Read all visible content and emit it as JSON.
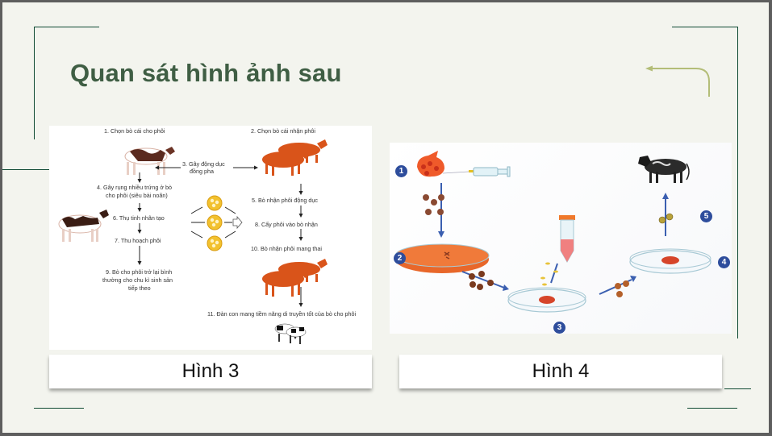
{
  "slide": {
    "title": "Quan sát hình ảnh sau",
    "back_icon": "curved-arrow-left-icon",
    "accent_colors": {
      "title": "#3f5e44",
      "frame_lines": "#0f4a33",
      "arrow": "#b3bd78",
      "background": "#f3f4ee"
    }
  },
  "figure3": {
    "caption": "Hình 3",
    "steps": {
      "s1": "1. Chọn bò cái cho phôi",
      "s2": "2. Chọn bò cái nhận phôi",
      "s3_line1": "3. Gây động dục",
      "s3_line2": "đồng pha",
      "s4_line1": "4. Gây rụng nhiều trứng ở bò",
      "s4_line2": "cho phôi (siêu bài noãn)",
      "s5": "5. Bò nhận phôi động dục",
      "s6": "6. Thụ tinh nhân tạo",
      "s7": "7. Thu hoạch phôi",
      "s8": "8. Cấy phôi vào bò nhận",
      "s9_line1": "9. Bò cho phôi trở lại bình",
      "s9_line2": "thường cho chu kì sinh sản",
      "s9_line3": "tiếp theo",
      "s10": "10. Bò nhận phôi mang thai",
      "s11": "11. Đàn con mang tiềm năng di truyền tốt của bò cho phôi"
    }
  },
  "figure4": {
    "caption": "Hình 4",
    "badges": [
      "1",
      "2",
      "3",
      "4",
      "5"
    ]
  }
}
